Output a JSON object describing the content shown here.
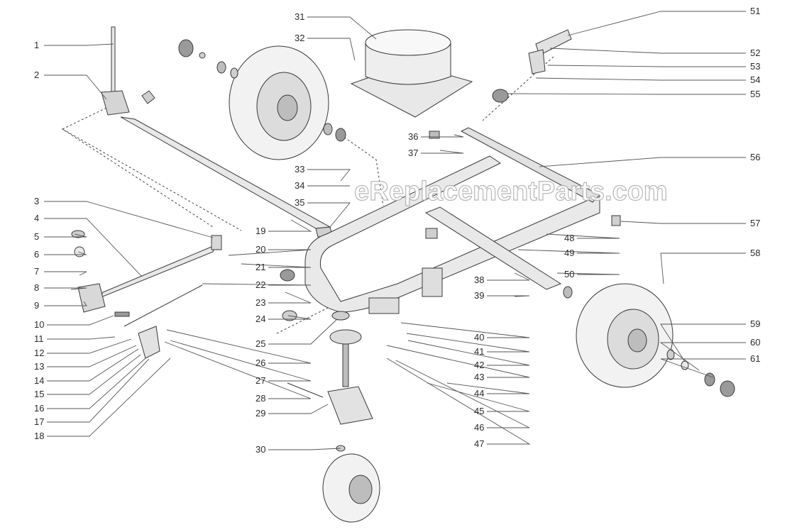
{
  "watermark": "eReplacementParts.com",
  "part_numbers": [
    "1",
    "2",
    "3",
    "4",
    "5",
    "6",
    "7",
    "8",
    "9",
    "10",
    "11",
    "12",
    "13",
    "14",
    "15",
    "16",
    "17",
    "18",
    "19",
    "20",
    "21",
    "22",
    "23",
    "24",
    "25",
    "26",
    "27",
    "28",
    "29",
    "30",
    "31",
    "32",
    "33",
    "34",
    "35",
    "36",
    "37",
    "38",
    "39",
    "40",
    "41",
    "42",
    "43",
    "44",
    "45",
    "46",
    "47",
    "48",
    "49",
    "50",
    "51",
    "52",
    "53",
    "54",
    "55",
    "56",
    "57",
    "58",
    "59",
    "60",
    "61"
  ],
  "colors": {
    "line": "#3a3a3a",
    "part_fill": "#e8e8e8",
    "tire_fill": "#f2f2f2",
    "hub_fill": "#bdbdbd",
    "watermark_stroke": "#b0b0b0"
  }
}
